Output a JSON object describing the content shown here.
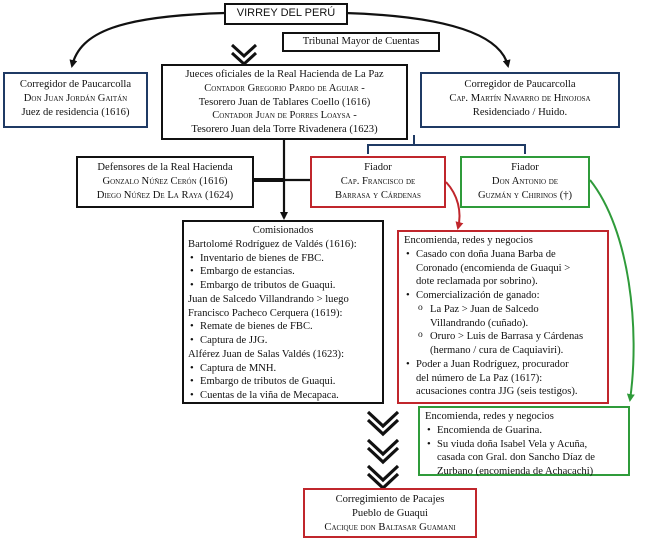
{
  "virrey": {
    "title": "VIRREY DEL PERÚ"
  },
  "tribunal": {
    "title": "Tribunal Mayor de Cuentas"
  },
  "jueces": {
    "lines": [
      "Jueces oficiales de la Real Hacienda de La Paz",
      "Contador Gregorio Pardo de Aguiar -",
      "Tesorero Juan de Tablares Coello (1616)",
      "Contador Juan de Porres Loaysa -",
      "Tesorero Juan dela Torre Rivadenera (1623)"
    ]
  },
  "corregidor_left": {
    "lines": [
      "Corregidor de Paucarcolla",
      "Don Juan Jordán Gaitán",
      "Juez de residencia (1616)"
    ]
  },
  "corregidor_right": {
    "lines": [
      "Corregidor de Paucarcolla",
      "Cap. Martín Navarro de Hinojosa",
      "Residenciado / Huido."
    ]
  },
  "defensores": {
    "lines": [
      "Defensores de la Real Hacienda",
      "Gonzalo Núñez Cerón (1616)",
      "Diego Núñez De La Raya (1624)"
    ]
  },
  "fiador_red": {
    "lines": [
      "Fiador",
      "Cap. Francisco de",
      "Barrasa y Cárdenas"
    ]
  },
  "fiador_green": {
    "lines": [
      "Fiador",
      "Don Antonio de",
      "Guzmán y Chirinos (†)"
    ]
  },
  "comisionados": {
    "title": "Comisionados",
    "groups": [
      {
        "name": "Bartolomé Rodríguez de Valdés (1616):",
        "items": [
          "Inventario de bienes de FBC.",
          "Embargo de estancias.",
          "Embargo de tributos de Guaqui."
        ]
      },
      {
        "name": "Juan de Salcedo Villandrando > luego",
        "name2": "Francisco Pacheco Cerquera (1619):",
        "items": [
          "Remate de bienes de FBC.",
          "Captura de JJG."
        ]
      },
      {
        "name": "Alférez Juan de Salas Valdés (1623):",
        "items": [
          "Captura de MNH.",
          "Embargo de tributos de Guaqui.",
          "Cuentas de la viña de Mecapaca."
        ]
      }
    ]
  },
  "encomienda_red": {
    "title": "Encomienda, redes y negocios",
    "item1": [
      "Casado con doña Juana Barba de",
      "Coronado (encomienda de Guaqui >",
      "dote reclamada por sobrino)."
    ],
    "item2": "Comercialización de ganado:",
    "sub1": [
      "La Paz > Juan de Salcedo",
      "Villandrando (cuñado)."
    ],
    "sub2": [
      "Oruro > Luis de Barrasa y Cárdenas",
      "(hermano / cura de Caquiaviri)."
    ],
    "item3": [
      "Poder a Juan Rodríguez, procurador",
      "del número de La Paz (1617):",
      "acusaciones contra JJG (seis testigos)."
    ]
  },
  "encomienda_green": {
    "title": "Encomienda, redes y negocios",
    "item1": "Encomienda de Guarina.",
    "item2": [
      "Su viuda doña Isabel Vela y Acuña,",
      "casada con Gral. don Sancho Díaz de",
      "Zurbano (encomienda de Achacachi)"
    ]
  },
  "corregimiento": {
    "lines": [
      "Corregimiento de Pacajes",
      "Pueblo de Guaqui",
      "Cacique don Baltasar Guamani"
    ]
  },
  "colors": {
    "black": "#111111",
    "navy": "#1f3a64",
    "red": "#c0262c",
    "green": "#2f9b3a"
  }
}
